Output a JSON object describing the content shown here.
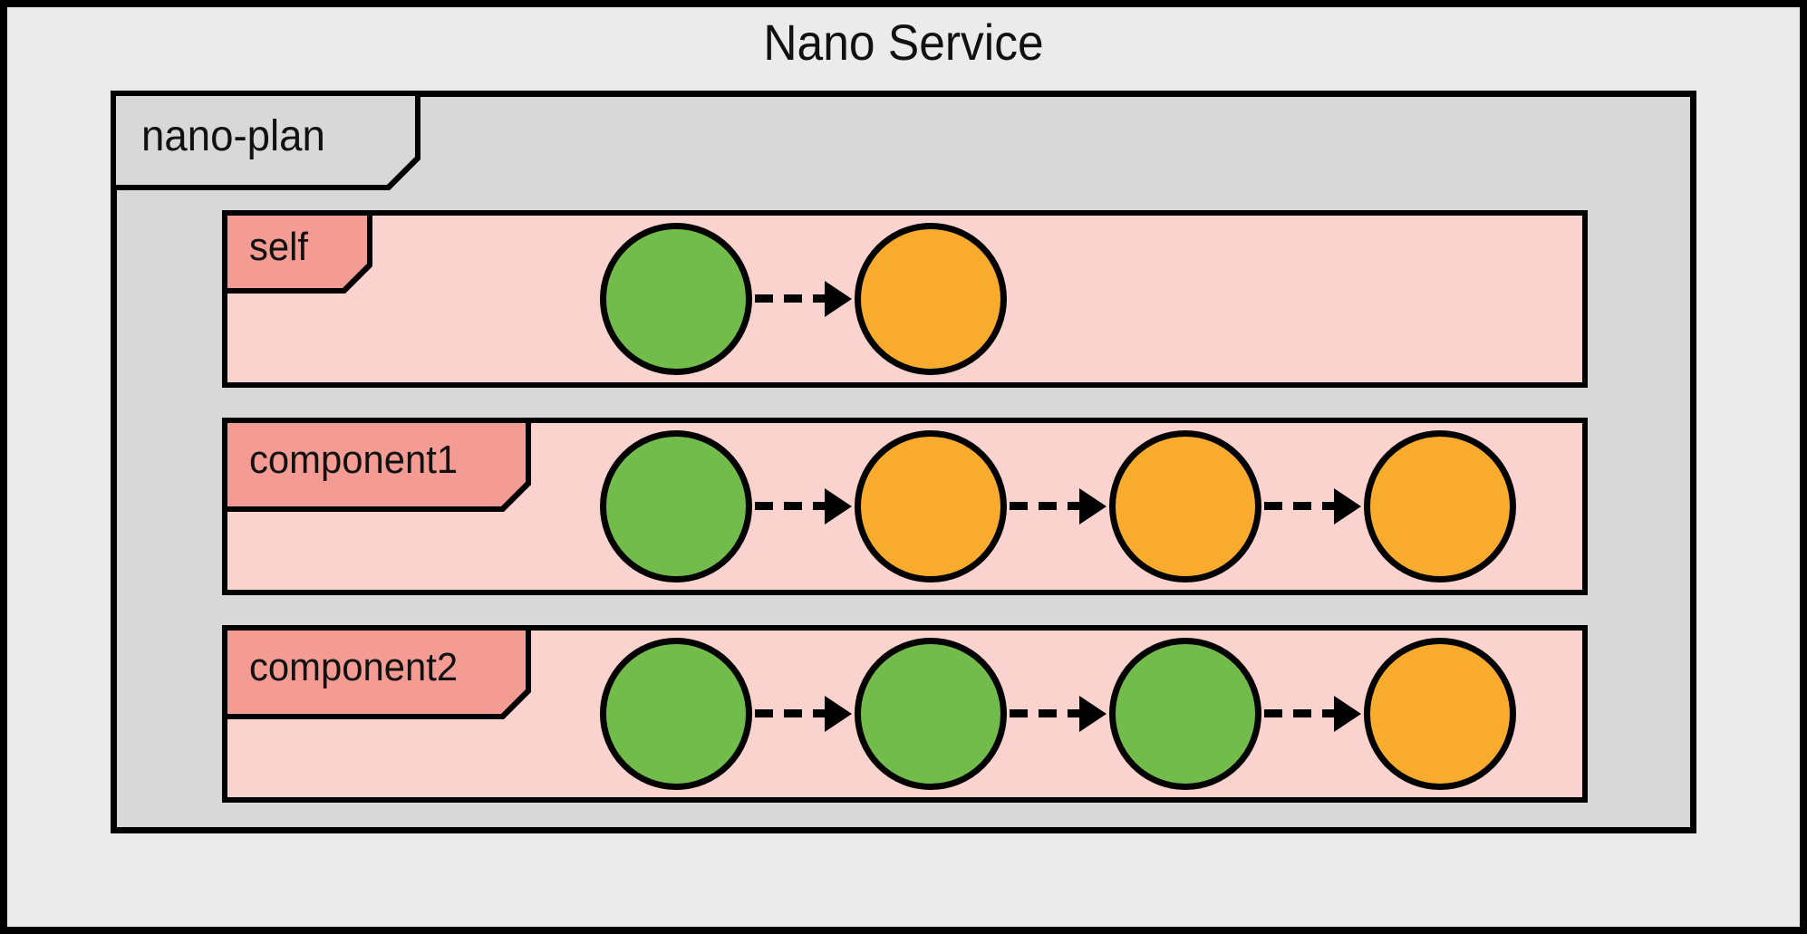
{
  "title": "Nano Service",
  "colors": {
    "green": "#72bc4c",
    "orange": "#f9ab2e",
    "row_background": "#fad3cf",
    "tab_background": "#f49b94",
    "box_background": "#d8d8d8",
    "outer_background": "#ebebeb",
    "border": "#000000"
  },
  "plan": {
    "label": "nano-plan",
    "rows": [
      {
        "label": "self",
        "circles": [
          "green",
          "orange"
        ]
      },
      {
        "label": "component1",
        "circles": [
          "green",
          "orange",
          "orange",
          "orange"
        ]
      },
      {
        "label": "component2",
        "circles": [
          "green",
          "green",
          "green",
          "orange"
        ]
      }
    ]
  }
}
